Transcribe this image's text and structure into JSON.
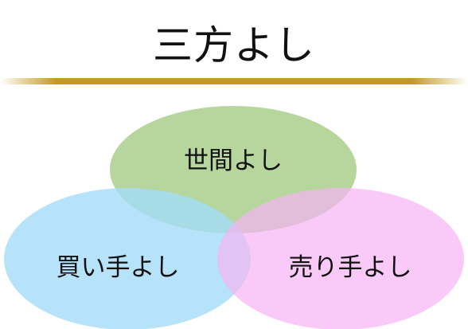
{
  "title": "三方よし",
  "circles": [
    {
      "label": "世間よし",
      "color": "#a9cf8c"
    },
    {
      "label": "買い手よし",
      "color": "#a4dcf8"
    },
    {
      "label": "売り手よし",
      "color": "#f7b4f4"
    }
  ],
  "rule_color": "#c49a1c"
}
